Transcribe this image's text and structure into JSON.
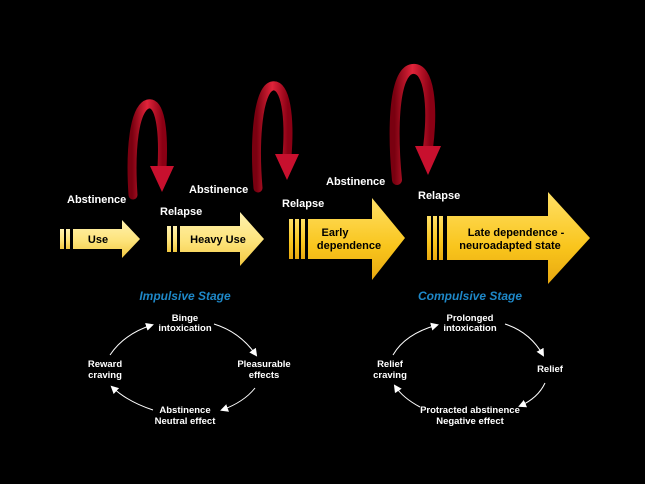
{
  "progression": {
    "stages": [
      {
        "id": "use",
        "label": "Use"
      },
      {
        "id": "heavy-use",
        "label": "Heavy Use"
      },
      {
        "id": "early-dependence",
        "label_line1": "Early",
        "label_line2": "dependence"
      },
      {
        "id": "late-dependence",
        "label_line1": "Late dependence -",
        "label_line2": "neuroadapted state"
      }
    ],
    "cycle_labels": {
      "abstinence_1": "Abstinence",
      "relapse_1": "Relapse",
      "abstinence_2": "Abstinence",
      "relapse_2": "Relapse",
      "abstinence_3": "Abstinence",
      "relapse_3": "Relapse"
    }
  },
  "impulsive": {
    "title": "Impulsive Stage",
    "top_line1": "Binge",
    "top_line2": "intoxication",
    "right_line1": "Pleasurable",
    "right_line2": "effects",
    "bottom_line1": "Abstinence",
    "bottom_line2": "Neutral effect",
    "left_line1": "Reward",
    "left_line2": "craving"
  },
  "compulsive": {
    "title": "Compulsive Stage",
    "top_line1": "Prolonged",
    "top_line2": "intoxication",
    "right_line1": "Relief",
    "bottom_line1": "Protracted abstinence",
    "bottom_line2": "Negative effect",
    "left_line1": "Relief",
    "left_line2": "craving"
  },
  "colors": {
    "background": "#000000",
    "arrow_fill": "#fde37a",
    "arrow_fill_strong": "#f9c51c",
    "loop_arrow": "#c8102e",
    "stage_title": "#1e88c8",
    "text": "#ffffff"
  }
}
